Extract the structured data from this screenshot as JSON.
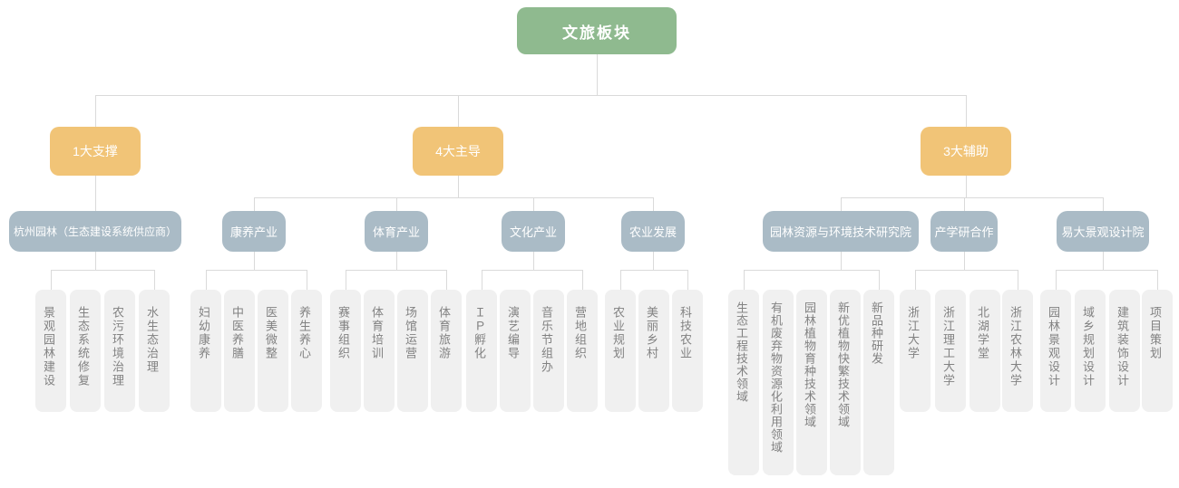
{
  "root": {
    "label": "文旅板块"
  },
  "branches": [
    {
      "label": "1大支撑",
      "children": [
        {
          "label": "杭州园林（生态建设系统供应商）",
          "items": [
            "景观园林建设",
            "生态系统修复",
            "农污环境治理",
            "水生态治理"
          ]
        }
      ]
    },
    {
      "label": "4大主导",
      "children": [
        {
          "label": "康养产业",
          "items": [
            "妇幼康养",
            "中医养膳",
            "医美微整",
            "养生养心"
          ]
        },
        {
          "label": "体育产业",
          "items": [
            "赛事组织",
            "体育培训",
            "场馆运营",
            "体育旅游"
          ]
        },
        {
          "label": "文化产业",
          "items": [
            "ＩＰ孵化",
            "演艺编导",
            "音乐节组办",
            "营地组织"
          ]
        },
        {
          "label": "农业发展",
          "items": [
            "农业规划",
            "美丽乡村",
            "科技农业"
          ]
        }
      ]
    },
    {
      "label": "3大辅助",
      "children": [
        {
          "label": "园林资源与环境技术研究院",
          "items": [
            "生态工程技术领域",
            "有机废弃物资源化利用领域",
            "园林植物育种技术领域",
            "新优植物快繁技术领域",
            "新品种研发"
          ]
        },
        {
          "label": "产学研合作",
          "items": [
            "浙江大学",
            "浙江理工大学",
            "北湖学堂",
            "浙江农林大学"
          ]
        },
        {
          "label": "易大景观设计院",
          "items": [
            "园林景观设计",
            "域乡规划设计",
            "建筑装饰设计",
            "项目策划"
          ]
        }
      ]
    }
  ],
  "colors": {
    "root_bg": "#8fba8f",
    "branch_bg": "#f1c477",
    "category_bg": "#aabbc6",
    "leaf_bg": "#f0f0f0",
    "leaf_text": "#828282",
    "connector": "#dadada"
  }
}
